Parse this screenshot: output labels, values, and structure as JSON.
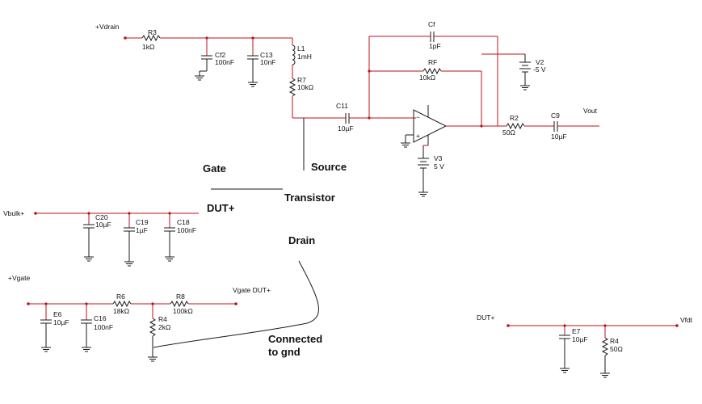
{
  "nets": {
    "vdrain": "+Vdrain",
    "vbulk": "Vbulk+",
    "vgate": "+Vgate",
    "vgate_dut": "Vgate DUT+",
    "dut_plus_1": "DUT+",
    "dut_plus_2": "DUT+",
    "vout": "Vout",
    "vfdt": "Vfdt"
  },
  "components": {
    "r3": {
      "ref": "R3",
      "value": "1kΩ"
    },
    "cf2": {
      "ref": "Cf2",
      "value": "100nF"
    },
    "c13": {
      "ref": "C13",
      "value": "10nF"
    },
    "l1": {
      "ref": "L1",
      "value": "1mH"
    },
    "r7": {
      "ref": "R7",
      "value": "10kΩ"
    },
    "c11": {
      "ref": "C11",
      "value": "10µF"
    },
    "cf": {
      "ref": "Cf",
      "value": "1pF"
    },
    "rf": {
      "ref": "RF",
      "value": "10kΩ"
    },
    "v2": {
      "ref": "V2",
      "value": "-5 V"
    },
    "v3": {
      "ref": "V3",
      "value": "5 V"
    },
    "r2": {
      "ref": "R2",
      "value": "50Ω"
    },
    "c9": {
      "ref": "C9",
      "value": "10µF"
    },
    "c20": {
      "ref": "C20",
      "value": "10µF"
    },
    "c19": {
      "ref": "C19",
      "value": "1µF"
    },
    "c18": {
      "ref": "C18",
      "value": "100nF"
    },
    "e6": {
      "ref": "E6",
      "value": "10µF"
    },
    "c16": {
      "ref": "C16",
      "value": "100nF"
    },
    "r6": {
      "ref": "R6",
      "value": "18kΩ"
    },
    "r4a": {
      "ref": "R4",
      "value": "2kΩ"
    },
    "r8": {
      "ref": "R8",
      "value": "100kΩ"
    },
    "e7": {
      "ref": "E7",
      "value": "10µF"
    },
    "r4b": {
      "ref": "R4",
      "value": "50Ω"
    }
  },
  "opamp": {
    "minus": "−",
    "plus": "+"
  },
  "annotations": {
    "gate": "Gate",
    "source": "Source",
    "transistor": "Transistor",
    "dut": "DUT+",
    "drain": "Drain",
    "connected_1": "Connected",
    "connected_2": "to gnd"
  }
}
